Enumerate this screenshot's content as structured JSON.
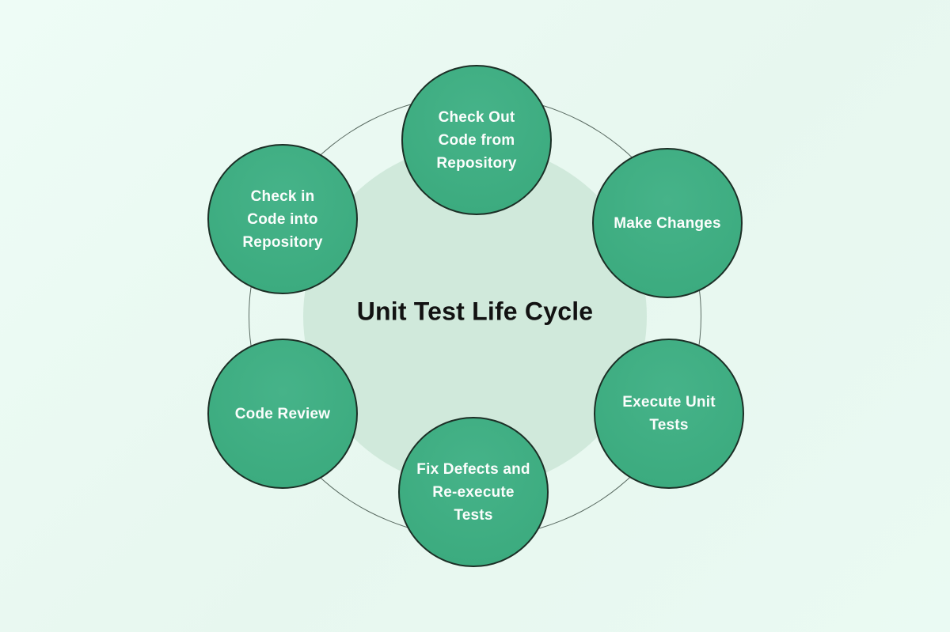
{
  "diagram": {
    "type": "cycle",
    "title": "Unit Test Life Cycle",
    "steps": [
      {
        "id": "check-out-code",
        "label": "Check Out\nCode from\nRepository"
      },
      {
        "id": "make-changes",
        "label": "Make Changes"
      },
      {
        "id": "execute-unit-tests",
        "label": "Execute Unit\nTests"
      },
      {
        "id": "fix-defects",
        "label": "Fix Defects and\nRe-execute\nTests"
      },
      {
        "id": "code-review",
        "label": "Code Review"
      },
      {
        "id": "check-in-code",
        "label": "Check in\nCode into\nRepository"
      }
    ],
    "colors": {
      "background": "#eafaf3",
      "node_fill": "#3dac80",
      "node_border": "#1c2f26",
      "node_text": "#fbfdfc",
      "center_fill": "#d0e9db",
      "ring_stroke": "#5a6b62",
      "title_text": "#121212"
    }
  }
}
